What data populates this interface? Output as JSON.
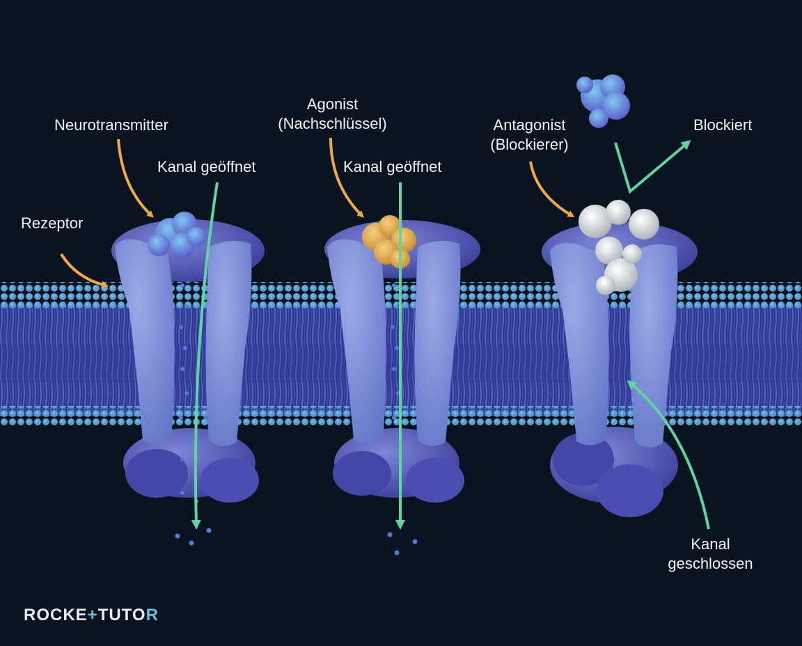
{
  "labels": {
    "rezeptor": "Rezeptor",
    "neurotransmitter": "Neurotransmitter",
    "kanal_geoeffnet_1": "Kanal geöffnet",
    "agonist_line1": "Agonist",
    "agonist_line2": "(Nachschlüssel)",
    "kanal_geoeffnet_2": "Kanal geöffnet",
    "antagonist_line1": "Antagonist",
    "antagonist_line2": "(Blockierer)",
    "blockiert": "Blockiert",
    "kanal_geschlossen_line1": "Kanal",
    "kanal_geschlossen_line2": "geschlossen"
  },
  "logo": {
    "part1": "ROCKE",
    "plus": "+",
    "part2": "TUTO",
    "last": "R"
  },
  "colors": {
    "background": "#0a1420",
    "membrane_head": "#4f8fc4",
    "membrane_tail": "#3b48a0",
    "protein": "#7d90d6",
    "protein_dark": "#4e5cb3",
    "neurotransmitter": "#6b7fd6",
    "agonist": "#e0a64a",
    "antagonist": "#d6d8dc",
    "orange_arrow": "#efa94a",
    "green_arrow": "#5fd3a0",
    "ion": "#4a7fe0"
  }
}
